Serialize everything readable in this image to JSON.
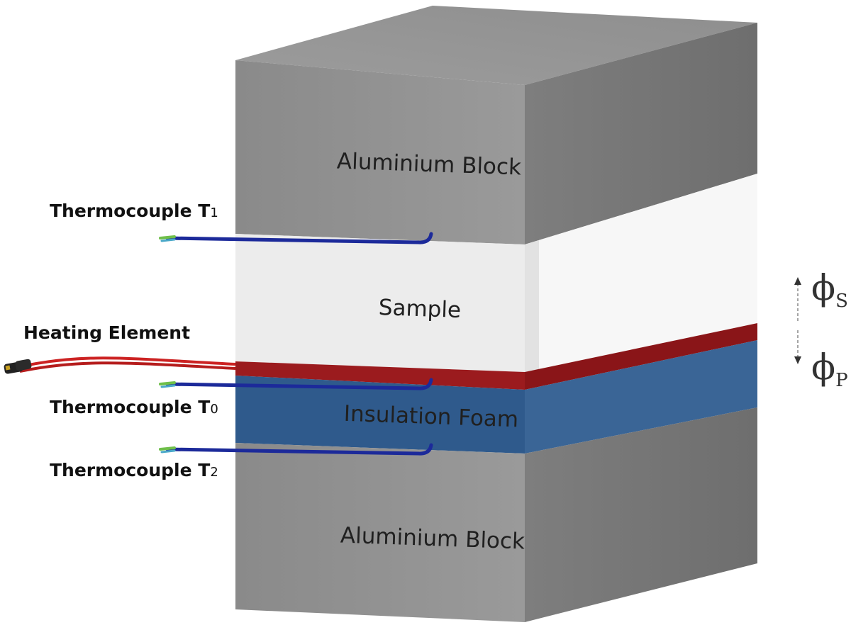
{
  "labels": {
    "top_block": "Aluminium Block",
    "sample": "Sample",
    "insulation": "Insulation Foam",
    "bottom_block": "Aluminium Block",
    "thermocouple_t1_prefix": "Thermocouple T",
    "thermocouple_t1_sub": "1",
    "heating_element": "Heating Element",
    "thermocouple_t0_prefix": "Thermocouple T",
    "thermocouple_t0_sub": "0",
    "thermocouple_t2_prefix": "Thermocouple T",
    "thermocouple_t2_sub": "2",
    "flux_s_symbol": "ϕ",
    "flux_s_sub": "S",
    "flux_p_symbol": "ϕ",
    "flux_p_sub": "P"
  },
  "colors": {
    "aluminium_front": "#8c8c8c",
    "aluminium_side": "#7a7a7a",
    "aluminium_top": "#999999",
    "sample_front": "#ececec",
    "sample_side": "#f6f6f6",
    "heater": "#9b1b1e",
    "insulation_front": "#2f5a8c",
    "insulation_side": "#3a6596",
    "wire_blue": "#2233aa",
    "wire_red": "#cc2222"
  }
}
